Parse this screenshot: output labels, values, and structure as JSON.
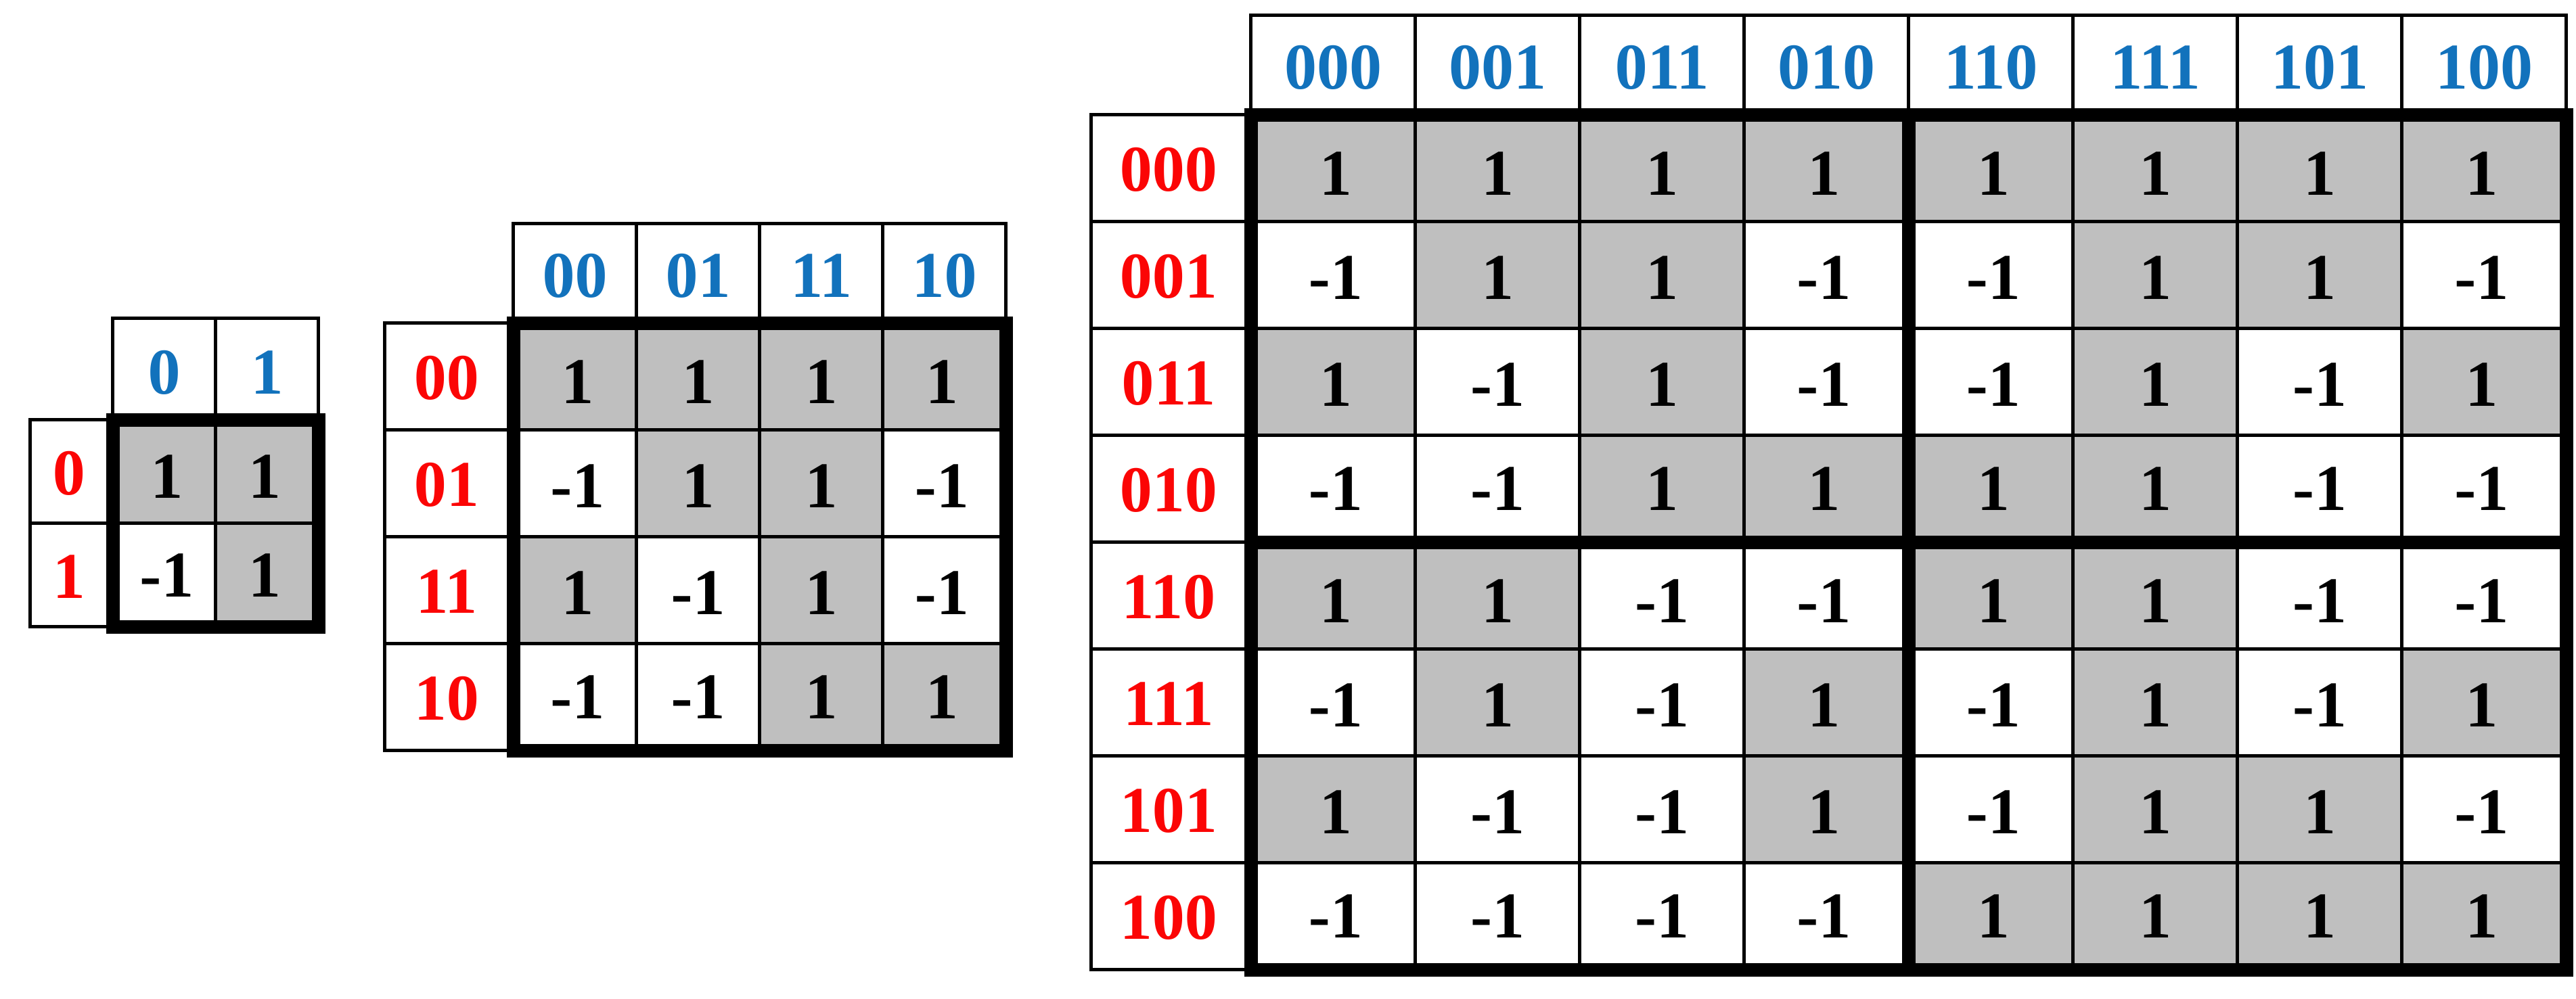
{
  "colors": {
    "column_header_text": "#1272BC",
    "row_header_text": "#FB0505",
    "value_text": "#000000",
    "positive_cell_fill": "#BFBFBF",
    "negative_cell_fill": "#FFFFFF",
    "grid_color": "#000000",
    "background": "#FFFFFF"
  },
  "tables": [
    {
      "id": "matrix-2x2",
      "size": "2x2",
      "col_headers": [
        "0",
        "1"
      ],
      "row_headers": [
        "0",
        "1"
      ],
      "values": [
        [
          1,
          1
        ],
        [
          -1,
          1
        ]
      ],
      "quadrant_divider_after": null
    },
    {
      "id": "matrix-4x4",
      "size": "4x4",
      "col_headers": [
        "00",
        "01",
        "11",
        "10"
      ],
      "row_headers": [
        "00",
        "01",
        "11",
        "10"
      ],
      "values": [
        [
          1,
          1,
          1,
          1
        ],
        [
          -1,
          1,
          1,
          -1
        ],
        [
          1,
          -1,
          1,
          -1
        ],
        [
          -1,
          -1,
          1,
          1
        ]
      ],
      "quadrant_divider_after": null
    },
    {
      "id": "matrix-8x8",
      "size": "8x8",
      "col_headers": [
        "000",
        "001",
        "011",
        "010",
        "110",
        "111",
        "101",
        "100"
      ],
      "row_headers": [
        "000",
        "001",
        "011",
        "010",
        "110",
        "111",
        "101",
        "100"
      ],
      "values": [
        [
          1,
          1,
          1,
          1,
          1,
          1,
          1,
          1
        ],
        [
          -1,
          1,
          1,
          -1,
          -1,
          1,
          1,
          -1
        ],
        [
          1,
          -1,
          1,
          -1,
          -1,
          1,
          -1,
          1
        ],
        [
          -1,
          -1,
          1,
          1,
          1,
          1,
          -1,
          -1
        ],
        [
          1,
          1,
          -1,
          -1,
          1,
          1,
          -1,
          -1
        ],
        [
          -1,
          1,
          -1,
          1,
          -1,
          1,
          -1,
          1
        ],
        [
          1,
          -1,
          -1,
          1,
          -1,
          1,
          1,
          -1
        ],
        [
          -1,
          -1,
          -1,
          -1,
          1,
          1,
          1,
          1
        ]
      ],
      "quadrant_divider_after": 3
    }
  ]
}
